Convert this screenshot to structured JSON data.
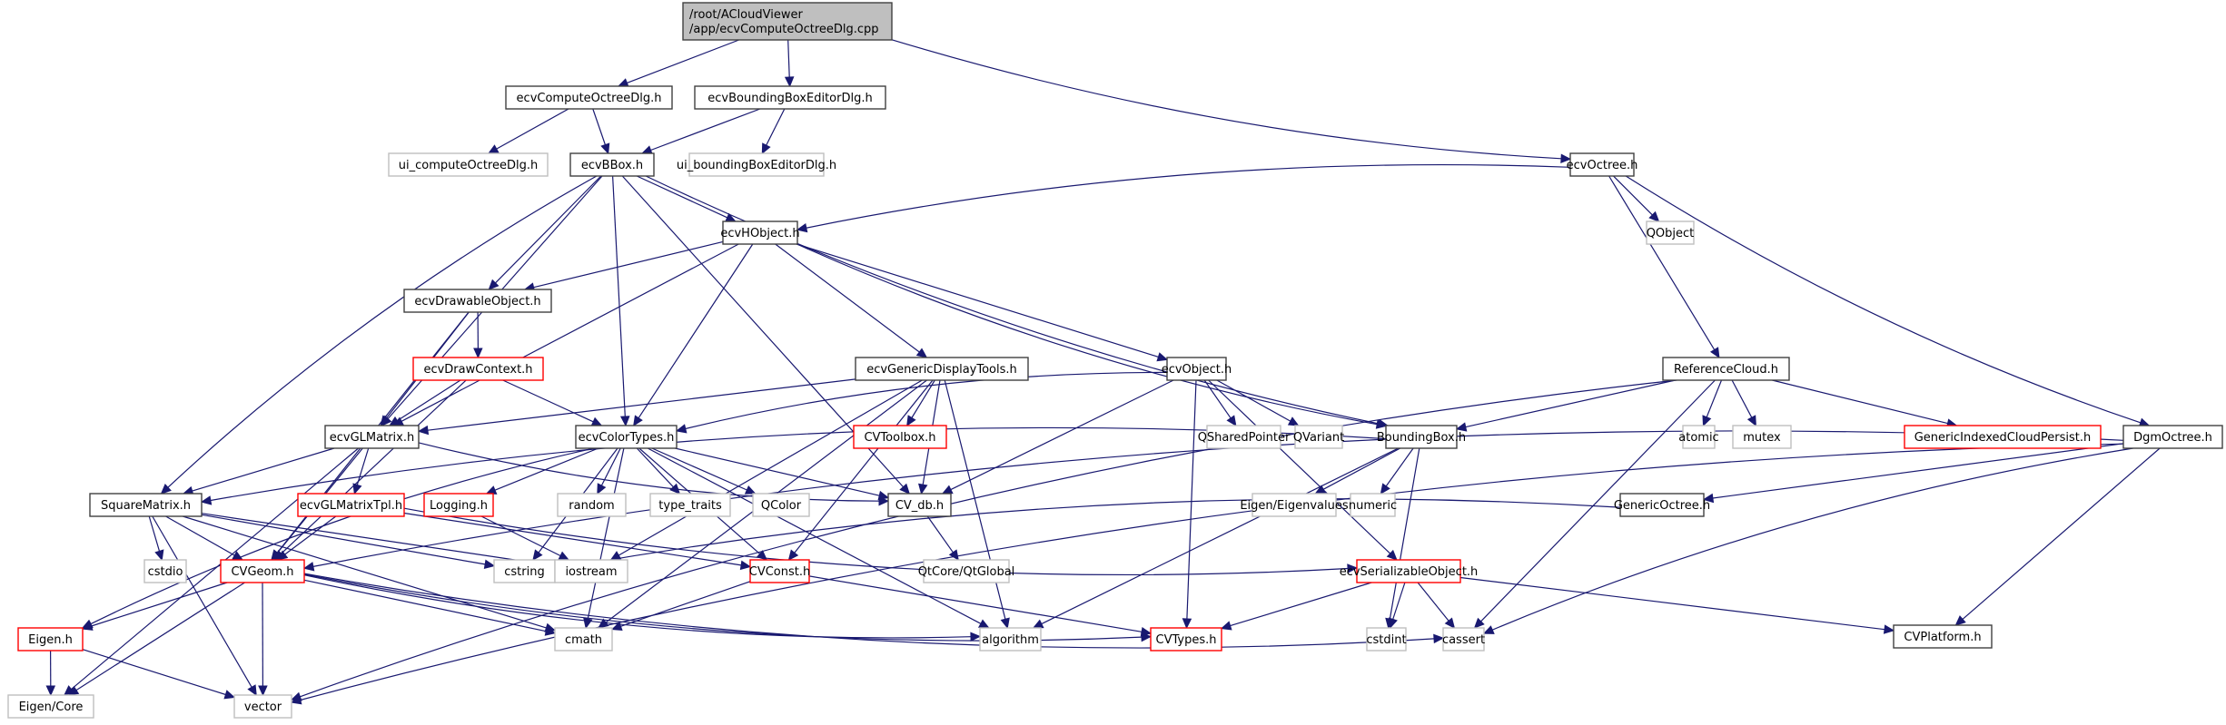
{
  "title": "/root/ACloudViewer/app/ecvComputeOctreeDlg.cpp",
  "colors": {
    "edge": "#191970",
    "root_fill": "#bfbfbf",
    "normal_border": "#404040",
    "system_border": "#bfbfbf",
    "truncated_border": "#ff0000"
  },
  "nodes": [
    {
      "id": "root",
      "lines": [
        "/root/ACloudViewer",
        "/app/ecvComputeOctreeDlg.cpp"
      ],
      "kind": "root"
    },
    {
      "id": "ecvComputeOctreeDlg",
      "lines": [
        "ecvComputeOctreeDlg.h"
      ],
      "kind": "normal"
    },
    {
      "id": "ecvBoundingBoxEditorDlg",
      "lines": [
        "ecvBoundingBoxEditorDlg.h"
      ],
      "kind": "normal"
    },
    {
      "id": "ui_computeOctreeDlg",
      "lines": [
        "ui_computeOctreeDlg.h"
      ],
      "kind": "missing"
    },
    {
      "id": "ecvBBox",
      "lines": [
        "ecvBBox.h"
      ],
      "kind": "normal"
    },
    {
      "id": "ui_boundingBoxEditorDlg",
      "lines": [
        "ui_boundingBoxEditorDlg.h"
      ],
      "kind": "missing"
    },
    {
      "id": "ecvOctree",
      "lines": [
        "ecvOctree.h"
      ],
      "kind": "normal"
    },
    {
      "id": "ecvHObject",
      "lines": [
        "ecvHObject.h"
      ],
      "kind": "normal"
    },
    {
      "id": "QObject",
      "lines": [
        "QObject"
      ],
      "kind": "missing"
    },
    {
      "id": "ecvDrawableObject",
      "lines": [
        "ecvDrawableObject.h"
      ],
      "kind": "normal"
    },
    {
      "id": "ecvDrawContext",
      "lines": [
        "ecvDrawContext.h"
      ],
      "kind": "truncated"
    },
    {
      "id": "ecvGenericDisplayTools",
      "lines": [
        "ecvGenericDisplayTools.h"
      ],
      "kind": "normal"
    },
    {
      "id": "ecvObject",
      "lines": [
        "ecvObject.h"
      ],
      "kind": "normal"
    },
    {
      "id": "ReferenceCloud",
      "lines": [
        "ReferenceCloud.h"
      ],
      "kind": "normal"
    },
    {
      "id": "ecvGLMatrix",
      "lines": [
        "ecvGLMatrix.h"
      ],
      "kind": "normal"
    },
    {
      "id": "ecvColorTypes",
      "lines": [
        "ecvColorTypes.h"
      ],
      "kind": "normal"
    },
    {
      "id": "CVToolbox",
      "lines": [
        "CVToolbox.h"
      ],
      "kind": "truncated"
    },
    {
      "id": "QSharedPointer",
      "lines": [
        "QSharedPointer"
      ],
      "kind": "missing"
    },
    {
      "id": "QVariant",
      "lines": [
        "QVariant"
      ],
      "kind": "missing"
    },
    {
      "id": "BoundingBox",
      "lines": [
        "BoundingBox.h"
      ],
      "kind": "normal"
    },
    {
      "id": "atomic",
      "lines": [
        "atomic"
      ],
      "kind": "missing"
    },
    {
      "id": "mutex",
      "lines": [
        "mutex"
      ],
      "kind": "missing"
    },
    {
      "id": "GenericIndexedCloudPersist",
      "lines": [
        "GenericIndexedCloudPersist.h"
      ],
      "kind": "truncated"
    },
    {
      "id": "DgmOctree",
      "lines": [
        "DgmOctree.h"
      ],
      "kind": "normal"
    },
    {
      "id": "SquareMatrix",
      "lines": [
        "SquareMatrix.h"
      ],
      "kind": "normal"
    },
    {
      "id": "ecvGLMatrixTpl",
      "lines": [
        "ecvGLMatrixTpl.h"
      ],
      "kind": "truncated"
    },
    {
      "id": "Logging",
      "lines": [
        "Logging.h"
      ],
      "kind": "truncated"
    },
    {
      "id": "random",
      "lines": [
        "random"
      ],
      "kind": "missing"
    },
    {
      "id": "type_traits",
      "lines": [
        "type_traits"
      ],
      "kind": "missing"
    },
    {
      "id": "QColor",
      "lines": [
        "QColor"
      ],
      "kind": "missing"
    },
    {
      "id": "CV_db",
      "lines": [
        "CV_db.h"
      ],
      "kind": "normal"
    },
    {
      "id": "Eigen_Eigenvalues",
      "lines": [
        "Eigen/Eigenvalues"
      ],
      "kind": "missing"
    },
    {
      "id": "numeric",
      "lines": [
        "numeric"
      ],
      "kind": "missing"
    },
    {
      "id": "GenericOctree",
      "lines": [
        "GenericOctree.h"
      ],
      "kind": "normal"
    },
    {
      "id": "cstdio",
      "lines": [
        "cstdio"
      ],
      "kind": "missing"
    },
    {
      "id": "CVGeom",
      "lines": [
        "CVGeom.h"
      ],
      "kind": "truncated"
    },
    {
      "id": "cstring",
      "lines": [
        "cstring"
      ],
      "kind": "missing"
    },
    {
      "id": "iostream",
      "lines": [
        "iostream"
      ],
      "kind": "missing"
    },
    {
      "id": "CVConst",
      "lines": [
        "CVConst.h"
      ],
      "kind": "truncated"
    },
    {
      "id": "QtCore_QtGlobal",
      "lines": [
        "QtCore/QtGlobal"
      ],
      "kind": "missing"
    },
    {
      "id": "ecvSerializableObject",
      "lines": [
        "ecvSerializableObject.h"
      ],
      "kind": "truncated"
    },
    {
      "id": "Eigen",
      "lines": [
        "Eigen.h"
      ],
      "kind": "truncated"
    },
    {
      "id": "cmath",
      "lines": [
        "cmath"
      ],
      "kind": "missing"
    },
    {
      "id": "algorithm",
      "lines": [
        "algorithm"
      ],
      "kind": "missing"
    },
    {
      "id": "CVTypes",
      "lines": [
        "CVTypes.h"
      ],
      "kind": "truncated"
    },
    {
      "id": "cstdint",
      "lines": [
        "cstdint"
      ],
      "kind": "missing"
    },
    {
      "id": "cassert",
      "lines": [
        "cassert"
      ],
      "kind": "missing"
    },
    {
      "id": "CVPlatform",
      "lines": [
        "CVPlatform.h"
      ],
      "kind": "normal"
    },
    {
      "id": "Eigen_Core",
      "lines": [
        "Eigen/Core"
      ],
      "kind": "missing"
    },
    {
      "id": "vector",
      "lines": [
        "vector"
      ],
      "kind": "missing"
    }
  ],
  "edges": [
    [
      "root",
      "ecvComputeOctreeDlg"
    ],
    [
      "root",
      "ecvBoundingBoxEditorDlg"
    ],
    [
      "root",
      "ecvOctree"
    ],
    [
      "ecvComputeOctreeDlg",
      "ui_computeOctreeDlg"
    ],
    [
      "ecvComputeOctreeDlg",
      "ecvBBox"
    ],
    [
      "ecvBoundingBoxEditorDlg",
      "ecvBBox"
    ],
    [
      "ecvBoundingBoxEditorDlg",
      "ui_boundingBoxEditorDlg"
    ],
    [
      "ecvBBox",
      "ecvHObject"
    ],
    [
      "ecvBBox",
      "ecvDrawableObject"
    ],
    [
      "ecvBBox",
      "ecvGLMatrix"
    ],
    [
      "ecvBBox",
      "ecvColorTypes"
    ],
    [
      "ecvBBox",
      "SquareMatrix"
    ],
    [
      "ecvBBox",
      "BoundingBox"
    ],
    [
      "ecvBBox",
      "CV_db"
    ],
    [
      "ecvOctree",
      "ecvHObject"
    ],
    [
      "ecvOctree",
      "QObject"
    ],
    [
      "ecvOctree",
      "ReferenceCloud"
    ],
    [
      "ecvOctree",
      "DgmOctree"
    ],
    [
      "ecvHObject",
      "ecvDrawableObject"
    ],
    [
      "ecvHObject",
      "ecvGenericDisplayTools"
    ],
    [
      "ecvHObject",
      "ecvObject"
    ],
    [
      "ecvHObject",
      "ecvGLMatrix"
    ],
    [
      "ecvHObject",
      "ecvColorTypes"
    ],
    [
      "ecvHObject",
      "BoundingBox"
    ],
    [
      "ecvDrawableObject",
      "ecvDrawContext"
    ],
    [
      "ecvDrawableObject",
      "ecvGLMatrix"
    ],
    [
      "ecvDrawableObject",
      "CVGeom"
    ],
    [
      "ecvDrawContext",
      "ecvGLMatrix"
    ],
    [
      "ecvDrawContext",
      "ecvColorTypes"
    ],
    [
      "ecvDrawContext",
      "CVGeom"
    ],
    [
      "ecvGenericDisplayTools",
      "ecvGLMatrix"
    ],
    [
      "ecvGenericDisplayTools",
      "CVToolbox"
    ],
    [
      "ecvGenericDisplayTools",
      "CV_db"
    ],
    [
      "ecvGenericDisplayTools",
      "CVConst"
    ],
    [
      "ecvGenericDisplayTools",
      "algorithm"
    ],
    [
      "ecvGenericDisplayTools",
      "cmath"
    ],
    [
      "ecvGenericDisplayTools",
      "iostream"
    ],
    [
      "ecvObject",
      "ecvColorTypes"
    ],
    [
      "ecvObject",
      "QSharedPointer"
    ],
    [
      "ecvObject",
      "QVariant"
    ],
    [
      "ecvObject",
      "CV_db"
    ],
    [
      "ecvObject",
      "CVTypes"
    ],
    [
      "ecvObject",
      "ecvSerializableObject"
    ],
    [
      "ReferenceCloud",
      "BoundingBox"
    ],
    [
      "ReferenceCloud",
      "atomic"
    ],
    [
      "ReferenceCloud",
      "mutex"
    ],
    [
      "ReferenceCloud",
      "GenericIndexedCloudPersist"
    ],
    [
      "ReferenceCloud",
      "vector"
    ],
    [
      "ReferenceCloud",
      "cassert"
    ],
    [
      "ecvGLMatrix",
      "SquareMatrix"
    ],
    [
      "ecvGLMatrix",
      "ecvGLMatrixTpl"
    ],
    [
      "ecvGLMatrix",
      "CVGeom"
    ],
    [
      "ecvGLMatrix",
      "CV_db"
    ],
    [
      "ecvGLMatrix",
      "Eigen_Core"
    ],
    [
      "ecvColorTypes",
      "Logging"
    ],
    [
      "ecvColorTypes",
      "random"
    ],
    [
      "ecvColorTypes",
      "type_traits"
    ],
    [
      "ecvColorTypes",
      "QColor"
    ],
    [
      "ecvColorTypes",
      "CV_db"
    ],
    [
      "ecvColorTypes",
      "CVConst"
    ],
    [
      "ecvColorTypes",
      "algorithm"
    ],
    [
      "ecvColorTypes",
      "cmath"
    ],
    [
      "ecvColorTypes",
      "Eigen"
    ],
    [
      "ecvColorTypes",
      "cstring"
    ],
    [
      "BoundingBox",
      "SquareMatrix"
    ],
    [
      "BoundingBox",
      "Eigen_Eigenvalues"
    ],
    [
      "BoundingBox",
      "numeric"
    ],
    [
      "BoundingBox",
      "algorithm"
    ],
    [
      "BoundingBox",
      "cstdint"
    ],
    [
      "DgmOctree",
      "GenericOctree"
    ],
    [
      "DgmOctree",
      "CVGeom"
    ],
    [
      "DgmOctree",
      "cassert"
    ],
    [
      "DgmOctree",
      "CVPlatform"
    ],
    [
      "DgmOctree",
      "vector"
    ],
    [
      "GenericOctree",
      "cstring"
    ],
    [
      "SquareMatrix",
      "cstdio"
    ],
    [
      "SquareMatrix",
      "CVGeom"
    ],
    [
      "SquareMatrix",
      "cstring"
    ],
    [
      "SquareMatrix",
      "cmath"
    ],
    [
      "SquareMatrix",
      "vector"
    ],
    [
      "SquareMatrix",
      "iostream"
    ],
    [
      "ecvGLMatrixTpl",
      "CVGeom"
    ],
    [
      "ecvGLMatrixTpl",
      "CVConst"
    ],
    [
      "ecvGLMatrixTpl",
      "ecvSerializableObject"
    ],
    [
      "Logging",
      "iostream"
    ],
    [
      "CV_db",
      "QtCore_QtGlobal"
    ],
    [
      "CVGeom",
      "Eigen"
    ],
    [
      "CVGeom",
      "Eigen_Core"
    ],
    [
      "CVGeom",
      "vector"
    ],
    [
      "CVGeom",
      "cmath"
    ],
    [
      "CVGeom",
      "algorithm"
    ],
    [
      "CVGeom",
      "CVTypes"
    ],
    [
      "CVGeom",
      "cassert"
    ],
    [
      "CVConst",
      "cmath"
    ],
    [
      "CVConst",
      "CVTypes"
    ],
    [
      "ecvSerializableObject",
      "CVTypes"
    ],
    [
      "ecvSerializableObject",
      "cstdint"
    ],
    [
      "ecvSerializableObject",
      "cassert"
    ],
    [
      "ecvSerializableObject",
      "CVPlatform"
    ],
    [
      "Eigen",
      "Eigen_Core"
    ],
    [
      "Eigen",
      "vector"
    ]
  ]
}
